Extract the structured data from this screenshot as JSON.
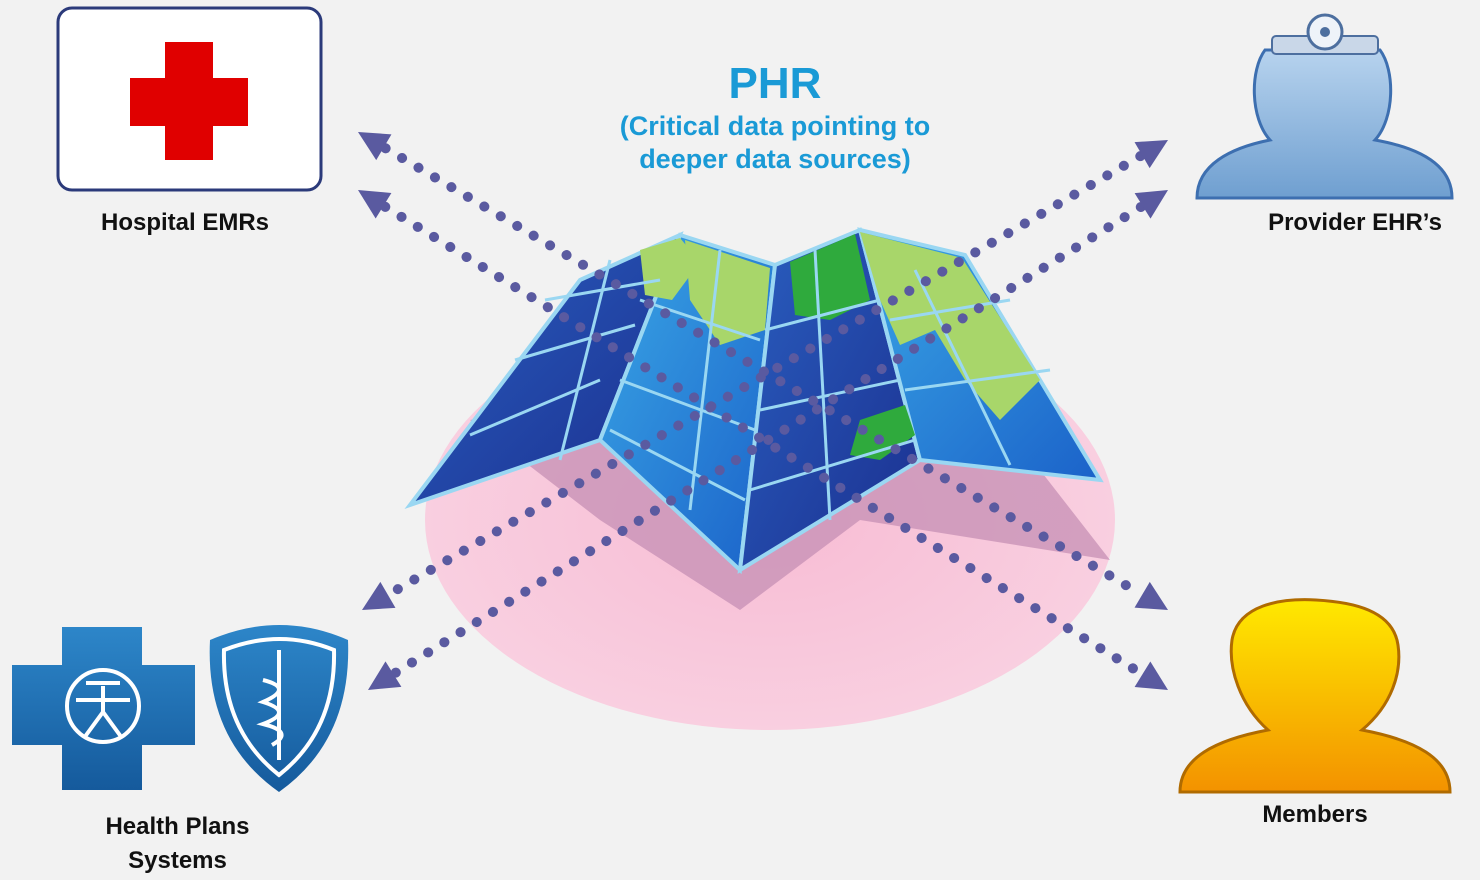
{
  "center": {
    "title": "PHR",
    "subtitle_line1": "(Critical data pointing to",
    "subtitle_line2": "deeper data sources)"
  },
  "nodes": {
    "hospital": {
      "label": "Hospital EMRs",
      "icon": "red-cross-icon"
    },
    "provider": {
      "label": "Provider EHR’s",
      "icon": "doctor-silhouette-icon"
    },
    "health_plans": {
      "label_line1": "Health Plans",
      "label_line2": "Systems",
      "icon": "blue-cross-blue-shield-icon"
    },
    "members": {
      "label": "Members",
      "icon": "person-silhouette-icon"
    }
  },
  "colors": {
    "title": "#1a9ad6",
    "arrows": "#5a5aa0",
    "cross_red": "#e00000",
    "plan_blue": "#1a6fb4",
    "provider_blue": "#8fb9e0",
    "member_orange": "#f5a800"
  }
}
